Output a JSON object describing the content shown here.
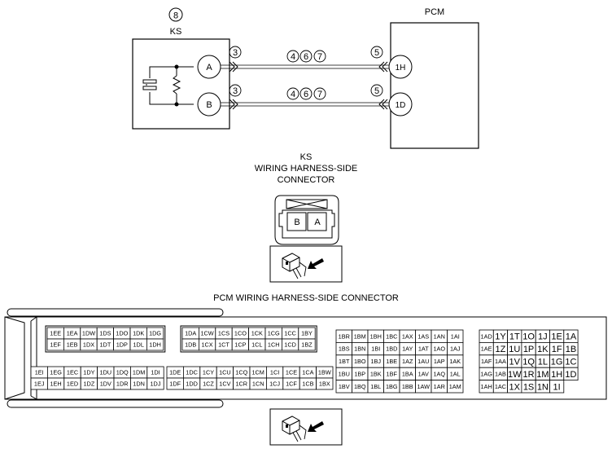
{
  "ks_ref": "8",
  "ks_label": "KS",
  "pcm_label": "PCM",
  "ks_pins": [
    "A",
    "B"
  ],
  "pcm_pins": [
    "1H",
    "1D"
  ],
  "wire_ref_left": "3",
  "wire_refs_mid": [
    "4",
    "6",
    "7"
  ],
  "wire_ref_right": "5",
  "ks_connector_title": [
    "KS",
    "WIRING HARNESS-SIDE",
    "CONNECTOR"
  ],
  "ks_connector_pins": [
    "B",
    "A"
  ],
  "pcm_connector_title": "PCM WIRING HARNESS-SIDE CONNECTOR",
  "icons": [
    "connector-view-icon",
    "arrow-icon"
  ],
  "pcm_blocks": [
    {
      "rows": [
        [
          "1EE",
          "1EA",
          "1DW",
          "1DS",
          "1DO",
          "1DK",
          "1DG"
        ],
        [
          "1EF",
          "1EB",
          "1DX",
          "1DT",
          "1DP",
          "1DL",
          "1DH"
        ]
      ]
    },
    {
      "rows": [
        [
          "1DA",
          "1CW",
          "1CS",
          "1CO",
          "1CK",
          "1CG",
          "1CC",
          "1BY"
        ],
        [
          "1DB",
          "1CX",
          "1CT",
          "1CP",
          "1CL",
          "1CH",
          "1CD",
          "1BZ"
        ]
      ]
    },
    {
      "rows": [
        [
          "1EI",
          "1EG",
          "1EC",
          "1DY",
          "1DU",
          "1DQ",
          "1DM",
          "1DI"
        ],
        [
          "1EJ",
          "1EH",
          "1ED",
          "1DZ",
          "1DV",
          "1DR",
          "1DN",
          "1DJ"
        ]
      ]
    },
    {
      "rows": [
        [
          "1DE",
          "1DC",
          "1CY",
          "1CU",
          "1CQ",
          "1CM",
          "1CI",
          "1CE",
          "1CA",
          "1BW"
        ],
        [
          "1DF",
          "1DD",
          "1CZ",
          "1CV",
          "1CR",
          "1CN",
          "1CJ",
          "1CF",
          "1CB",
          "1BX"
        ]
      ]
    },
    {
      "rows": [
        [
          "1BR",
          "1BM",
          "1BH",
          "1BC",
          "1AX",
          "1AS",
          "1AN",
          "1AI"
        ],
        [
          "1BS",
          "1BN",
          "1BI",
          "1BD",
          "1AY",
          "1AT",
          "1AO",
          "1AJ"
        ],
        [
          "1BT",
          "1BO",
          "1BJ",
          "1BE",
          "1AZ",
          "1AU",
          "1AP",
          "1AK"
        ],
        [
          "1BU",
          "1BP",
          "1BK",
          "1BF",
          "1BA",
          "1AV",
          "1AQ",
          "1AL"
        ],
        [
          "1BV",
          "1BQ",
          "1BL",
          "1BG",
          "1BB",
          "1AW",
          "1AR",
          "1AM"
        ]
      ]
    },
    {
      "rows": [
        [
          "1AD",
          "1Y",
          "1T",
          "1O",
          "1J",
          "1E",
          "1A"
        ],
        [
          "1AE",
          "1Z",
          "1U",
          "1P",
          "1K",
          "1F",
          "1B"
        ],
        [
          "1AF",
          "1AA",
          "1V",
          "1Q",
          "1L",
          "1G",
          "1C"
        ],
        [
          "1AG",
          "1AB",
          "1W",
          "1R",
          "1M",
          "1H",
          "1D"
        ],
        [
          "1AH",
          "1AC",
          "1X",
          "1S",
          "1N",
          "1I",
          ""
        ]
      ]
    }
  ]
}
